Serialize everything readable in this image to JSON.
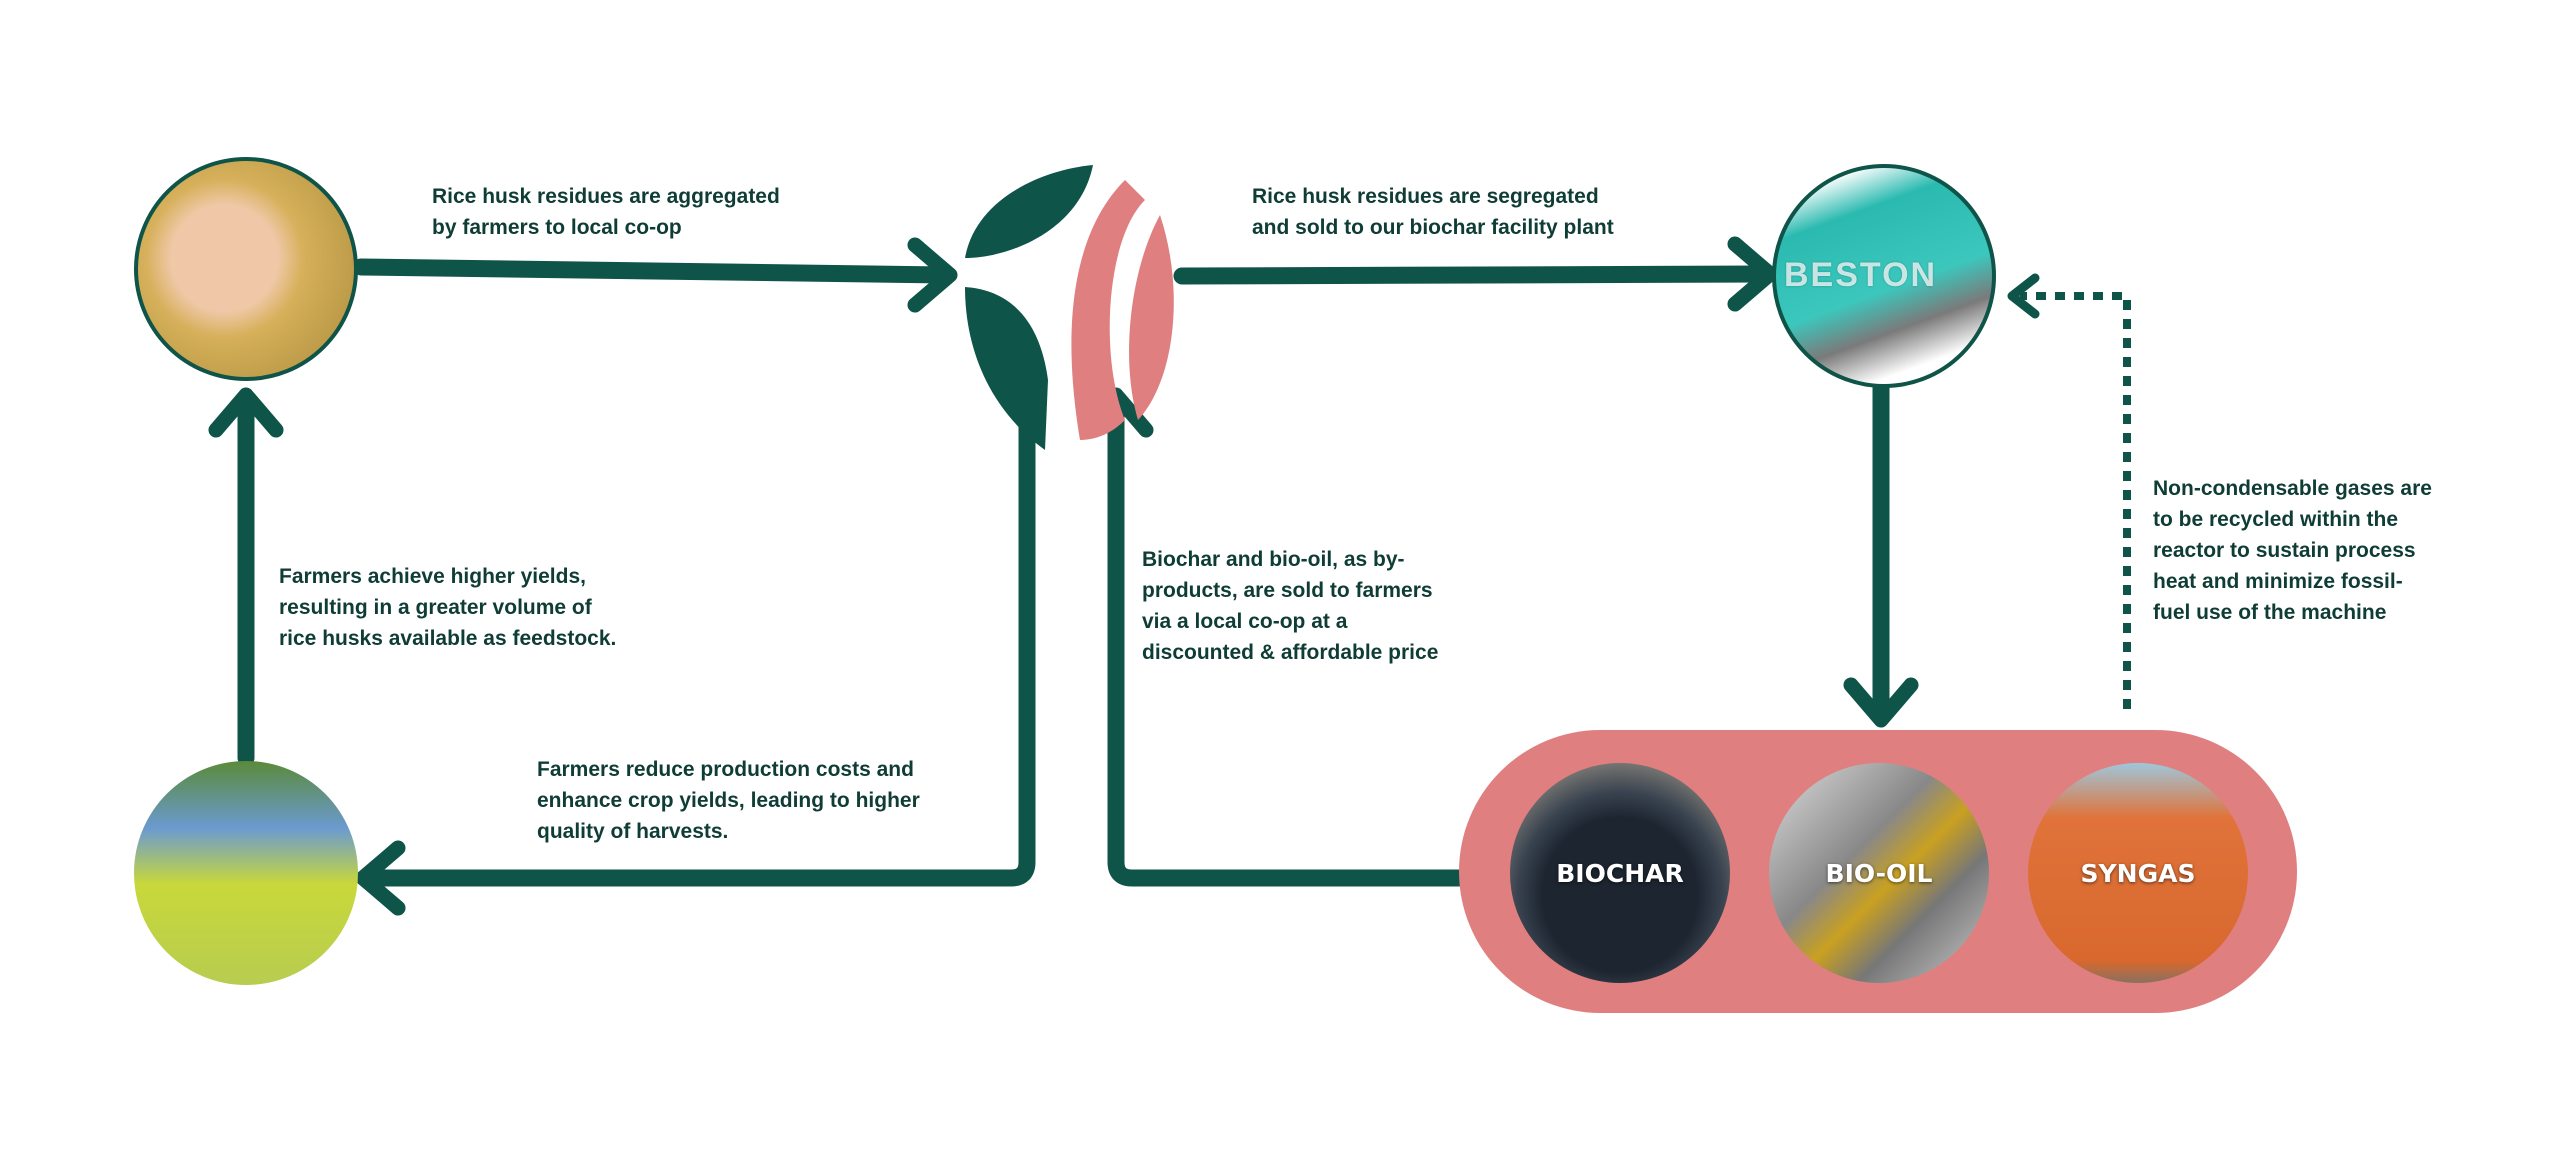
{
  "colors": {
    "primary": "#0f5449",
    "accent": "#e07f7f"
  },
  "nodes": {
    "rice_husk": {
      "icon": "rice-husk-photo"
    },
    "coop_logo": {
      "icon": "leaf-logo"
    },
    "reactor": {
      "icon": "pyrolysis-reactor-photo",
      "brand_text": "BESTON"
    },
    "farmer": {
      "icon": "farmer-planting-rice-photo"
    },
    "products": [
      {
        "label": "BIOCHAR"
      },
      {
        "label": "BIO-OIL"
      },
      {
        "label": "SYNGAS"
      }
    ]
  },
  "captions": {
    "aggregated": [
      "Rice husk residues are aggregated",
      "by farmers to local co-op"
    ],
    "segregated": [
      "Rice husk residues are segregated",
      "and sold to our biochar facility plant"
    ],
    "gases": [
      "Non-condensable gases are",
      "to be recycled within the",
      "reactor to sustain process",
      "heat and minimize fossil-",
      "fuel use of the machine"
    ],
    "byproducts": [
      "Biochar and bio-oil, as by-",
      "products, are sold to farmers",
      "via a local co-op at a",
      "discounted & affordable price"
    ],
    "yields": [
      "Farmers achieve higher yields,",
      "resulting in a greater volume of",
      "rice husks available as feedstock."
    ],
    "costs": [
      "Farmers reduce production costs and",
      "enhance crop yields, leading to higher",
      "quality of harvests."
    ]
  }
}
